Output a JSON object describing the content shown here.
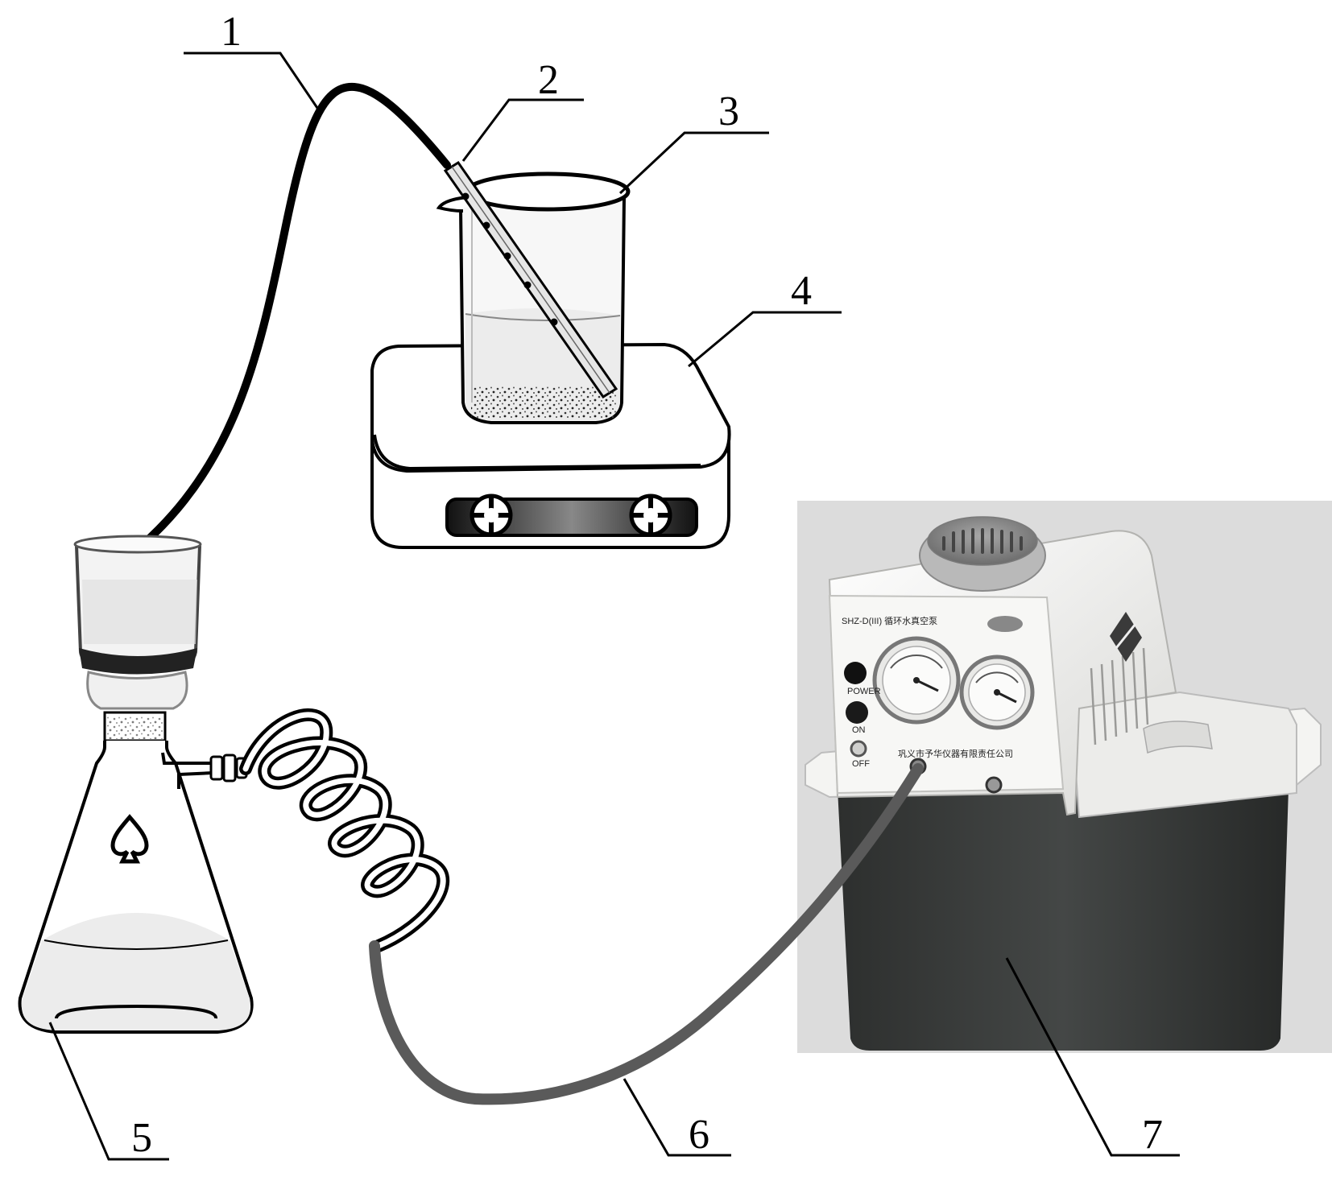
{
  "callouts": [
    {
      "id": "1",
      "label": "1"
    },
    {
      "id": "2",
      "label": "2"
    },
    {
      "id": "3",
      "label": "3"
    },
    {
      "id": "4",
      "label": "4"
    },
    {
      "id": "5",
      "label": "5"
    },
    {
      "id": "6",
      "label": "6"
    },
    {
      "id": "7",
      "label": "7"
    }
  ],
  "pump_panel": {
    "model_text": "SHZ-D(III) 循环水真空泵",
    "maker_text": "巩义市予华仪器有限责任公司",
    "power_label": "POWER",
    "on_label": "ON",
    "off_label": "OFF"
  },
  "colors": {
    "tube_black": "#000000",
    "tube_gray": "#5a5a5a",
    "pump_tank": "#3a3d3b",
    "pump_body": "#f1f1ef",
    "photo_bg": "#dedede"
  }
}
